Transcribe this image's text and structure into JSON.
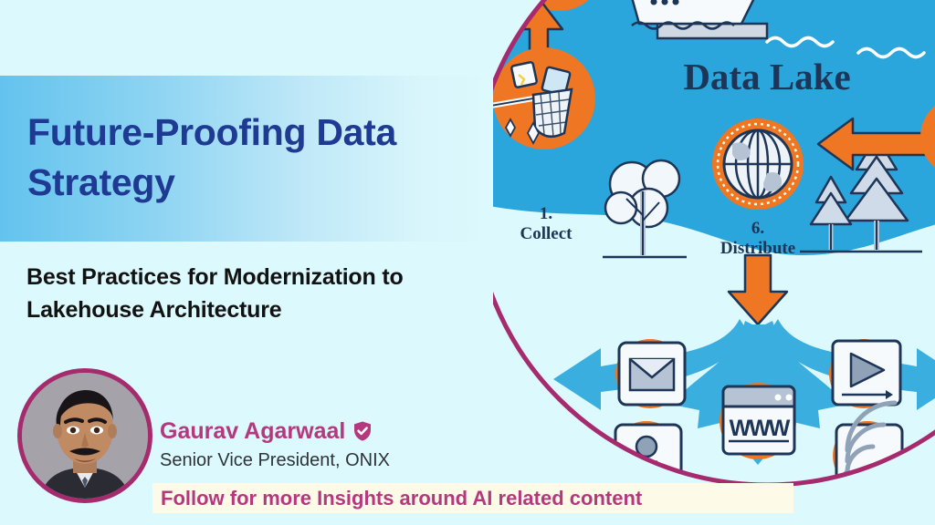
{
  "theme": {
    "background": "#dcfafd",
    "band_start": "#63c3ee",
    "band_end": "#dcfafd",
    "title_color": "#1f3a93",
    "subtitle_color": "#121212",
    "accent_magenta": "#b5387e",
    "avatar_ring": "#a52a6e",
    "banner_bg": "#fdfbe8",
    "lake_blue": "#2ba6dd",
    "orange": "#ef7622",
    "navy": "#1d3557",
    "arrow_blue": "#3aaede"
  },
  "headline": {
    "title": "Future-Proofing Data Strategy",
    "subtitle": "Best Practices for Modernization to Lakehouse Architecture"
  },
  "author": {
    "name": "Gaurav Agarwaal",
    "role": "Senior Vice President, ONIX",
    "verified_icon": "verified-shield-check-icon",
    "avatar_icon": "profile-photo"
  },
  "call_to_action": {
    "text": "Follow for more Insights around AI related content"
  },
  "illustration": {
    "title": "Data Lake",
    "step_collect": "1.\nCollect",
    "step_collect_number": "1.",
    "step_collect_label": "Collect",
    "step_distribute_number": "6.",
    "step_distribute_label": "Distribute",
    "icons": [
      "database-stack-icon",
      "cargo-ship-icon",
      "net-collect-icon",
      "globe-icon",
      "deciduous-tree-icon",
      "pine-tree-icon",
      "envelope-mail-icon",
      "video-player-icon",
      "www-browser-icon",
      "microphone-podcast-icon",
      "wifi-broadcast-icon",
      "orange-arrow-up-icon",
      "orange-arrow-left-icon",
      "orange-arrow-down-icon",
      "blue-distribution-arrows"
    ]
  }
}
